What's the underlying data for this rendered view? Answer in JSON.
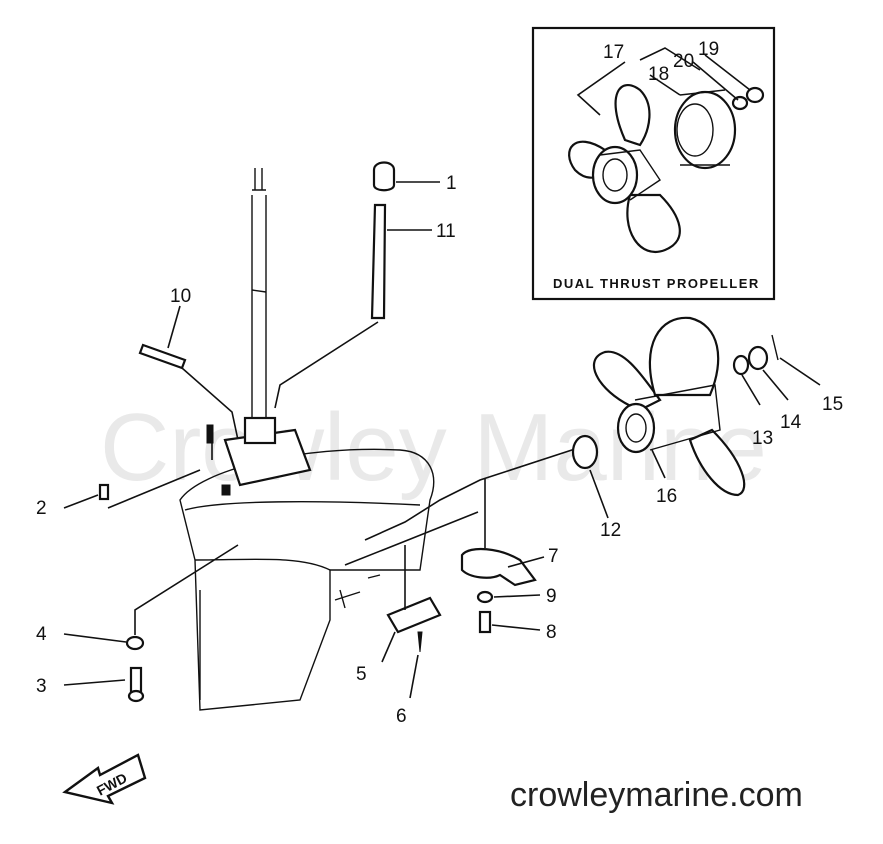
{
  "watermark": "Crowley Marine",
  "footer_url": "crowleymarine.com",
  "inset": {
    "caption": "DUAL THRUST PROPELLER"
  },
  "fwd_label": "FWD",
  "callouts": {
    "c1": "1",
    "c2": "2",
    "c3": "3",
    "c4": "4",
    "c5": "5",
    "c6": "6",
    "c7": "7",
    "c8": "8",
    "c9": "9",
    "c10": "10",
    "c11": "11",
    "c12": "12",
    "c13": "13",
    "c14": "14",
    "c15": "15",
    "c16": "16",
    "c17": "17",
    "c18": "18",
    "c19": "19",
    "c20": "20"
  }
}
